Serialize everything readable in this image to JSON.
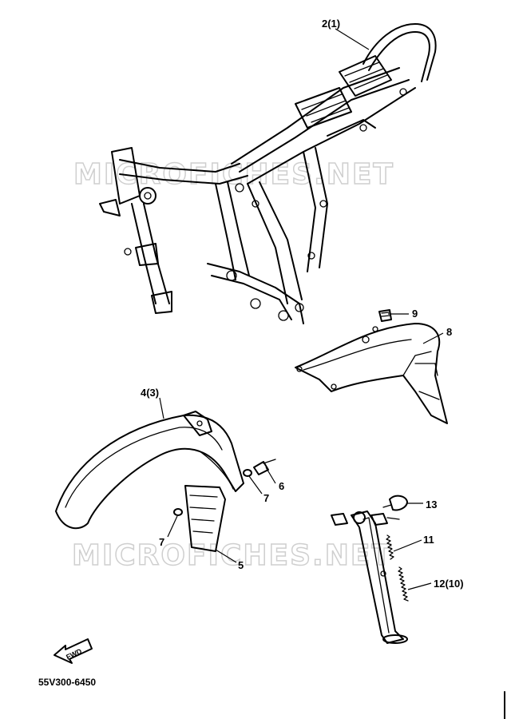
{
  "watermarks": [
    "MICROFICHES.NET",
    "MICROFICHES.NET"
  ],
  "callouts": [
    {
      "id": "c-2",
      "text": "2(1)"
    },
    {
      "id": "c-9",
      "text": "9"
    },
    {
      "id": "c-8",
      "text": "8"
    },
    {
      "id": "c-4",
      "text": "4(3)"
    },
    {
      "id": "c-6",
      "text": "6"
    },
    {
      "id": "c-7a",
      "text": "7"
    },
    {
      "id": "c-7b",
      "text": "7"
    },
    {
      "id": "c-5",
      "text": "5"
    },
    {
      "id": "c-13",
      "text": "13"
    },
    {
      "id": "c-11",
      "text": "11"
    },
    {
      "id": "c-12",
      "text": "12(10)"
    }
  ],
  "fwd_label": "FWD",
  "diagram_code": "55V300-6450"
}
